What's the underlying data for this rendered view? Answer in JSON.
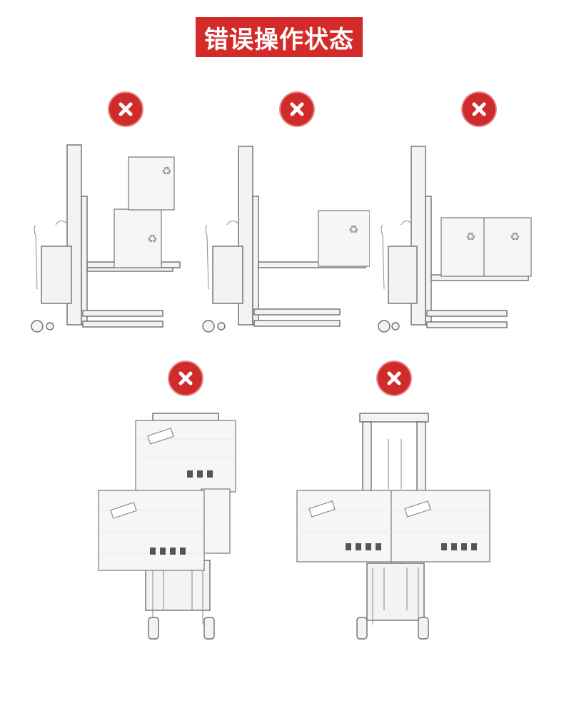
{
  "title": "错误操作状态",
  "colors": {
    "accent": "#d32a2a",
    "line": "#6e6e6e"
  },
  "badges": [
    {
      "icon": "x-icon"
    },
    {
      "icon": "x-icon"
    },
    {
      "icon": "x-icon"
    },
    {
      "icon": "x-icon"
    },
    {
      "icon": "x-icon"
    }
  ],
  "scenes": [
    {
      "name": "stacked-boxes-on-forks"
    },
    {
      "name": "box-on-fork-tips"
    },
    {
      "name": "two-boxes-side-by-side"
    },
    {
      "name": "front-view-offset-stacked-boxes"
    },
    {
      "name": "front-view-two-boxes-wide"
    }
  ]
}
